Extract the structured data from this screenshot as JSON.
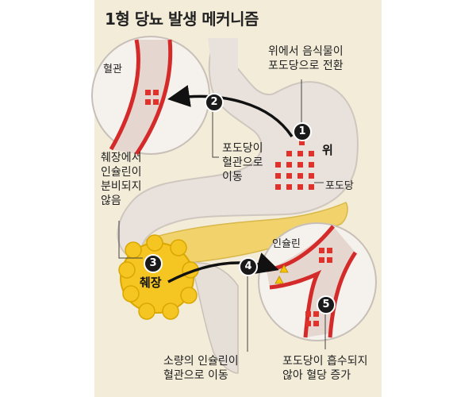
{
  "title": "1형 당뇨 발생 메커니즘",
  "labels": {
    "vessel": "혈관",
    "stomach": "위",
    "glucose": "포도당",
    "pancreas": "췌장",
    "insulin": "인슐린"
  },
  "steps": [
    {
      "num": "1",
      "lines": [
        "위에서 음식물이",
        "포도당으로 전환"
      ]
    },
    {
      "num": "2",
      "lines": [
        "포도당이",
        "혈관으로",
        "이동"
      ]
    },
    {
      "num": "3",
      "lines": [
        "췌장에서",
        "인슐린이",
        "분비되지",
        "않음"
      ]
    },
    {
      "num": "4",
      "lines": [
        "소량의 인슐린이",
        "혈관으로 이동"
      ]
    },
    {
      "num": "5",
      "lines": [
        "포도당이 흡수되지",
        "않아 혈당 증가"
      ]
    }
  ],
  "colors": {
    "panel": "#f3ecd9",
    "organ_fill": "#e9e2dc",
    "vessel_red": "#d42a2a",
    "glucose_red": "#e0312a",
    "pancreas": "#f2d36b",
    "pancreas_head": "#f5c522",
    "insulin_yellow": "#f7c400"
  }
}
